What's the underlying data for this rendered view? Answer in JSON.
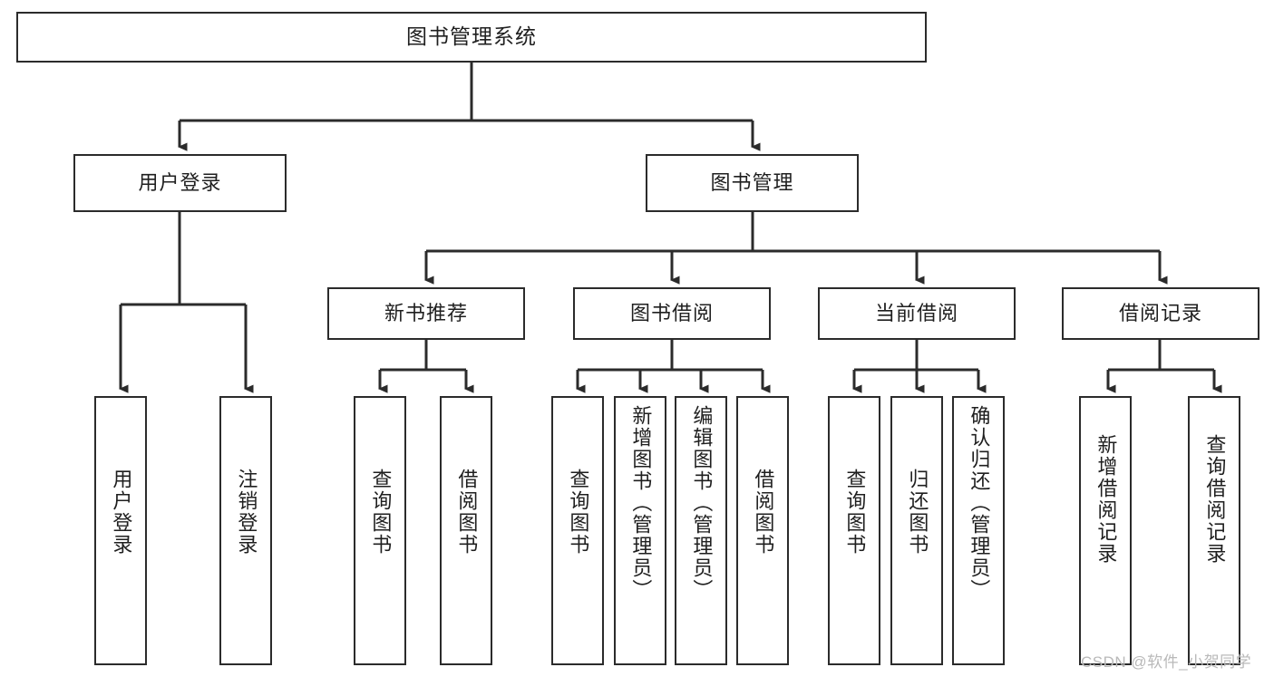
{
  "diagram": {
    "title": "图书管理系统",
    "type": "tree-hierarchy",
    "levels": {
      "root": {
        "label": "图书管理系统"
      },
      "level2": [
        {
          "id": "user-login",
          "label": "用户登录"
        },
        {
          "id": "book-manage",
          "label": "图书管理"
        }
      ],
      "level3": [
        {
          "id": "new-book-recommend",
          "label": "新书推荐",
          "parent": "book-manage"
        },
        {
          "id": "book-borrow",
          "label": "图书借阅",
          "parent": "book-manage"
        },
        {
          "id": "current-borrow",
          "label": "当前借阅",
          "parent": "book-manage"
        },
        {
          "id": "borrow-record",
          "label": "借阅记录",
          "parent": "book-manage"
        }
      ],
      "leaves": [
        {
          "id": "leaf-user-login",
          "label": "用户登录",
          "parent": "user-login"
        },
        {
          "id": "leaf-logout",
          "label": "注销登录",
          "parent": "user-login"
        },
        {
          "id": "leaf-query-book-1",
          "label": "查询图书",
          "parent": "new-book-recommend"
        },
        {
          "id": "leaf-borrow-book-1",
          "label": "借阅图书",
          "parent": "new-book-recommend"
        },
        {
          "id": "leaf-query-book-2",
          "label": "查询图书",
          "parent": "book-borrow"
        },
        {
          "id": "leaf-add-book",
          "label": "新增图书（管理员）",
          "parent": "book-borrow"
        },
        {
          "id": "leaf-edit-book",
          "label": "编辑图书（管理员）",
          "parent": "book-borrow"
        },
        {
          "id": "leaf-borrow-book-2",
          "label": "借阅图书",
          "parent": "book-borrow"
        },
        {
          "id": "leaf-query-book-3",
          "label": "查询图书",
          "parent": "current-borrow"
        },
        {
          "id": "leaf-return-book",
          "label": "归还图书",
          "parent": "current-borrow"
        },
        {
          "id": "leaf-confirm-return",
          "label": "确认归还（管理员）",
          "parent": "current-borrow"
        },
        {
          "id": "leaf-add-record",
          "label": "新增借阅记录",
          "parent": "borrow-record"
        },
        {
          "id": "leaf-query-record",
          "label": "查询借阅记录",
          "parent": "borrow-record"
        }
      ]
    },
    "watermark": "CSDN @软件_小贺同学",
    "colors": {
      "stroke": "#2b2b2b",
      "background": "#ffffff",
      "text": "#1f1f1f",
      "watermark": "#b9b9b9"
    }
  }
}
